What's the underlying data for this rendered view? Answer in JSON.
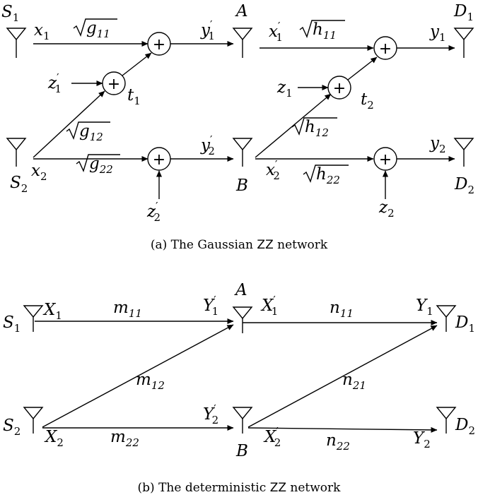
{
  "captions": {
    "a_prefix": "(a) The Gaussian",
    "a_zz": "ZZ",
    "a_suffix": "network",
    "b_prefix": "(b) The deterministic",
    "b_zz": "ZZ",
    "b_suffix": "network"
  },
  "plus_symbol": "+",
  "gaussian": {
    "nodes": {
      "S": "S",
      "A": "A",
      "B": "B",
      "D": "D",
      "one": "1",
      "two": "2"
    },
    "signals": {
      "x": "x",
      "y": "y",
      "z": "z",
      "t": "t",
      "one": "1",
      "two": "2",
      "prime": "′"
    },
    "gains": {
      "g": "g",
      "h": "h",
      "g11": "11",
      "g12": "12",
      "g22": "22",
      "h11": "11",
      "h12": "12",
      "h22": "22"
    }
  },
  "deterministic": {
    "nodes": {
      "S": "S",
      "A": "A",
      "B": "B",
      "D": "D",
      "one": "1",
      "two": "2"
    },
    "signals": {
      "X": "X",
      "Y": "Y",
      "one": "1",
      "two": "2",
      "prime": "′"
    },
    "links": {
      "m": "m",
      "n": "n",
      "m11": "11",
      "m12": "12",
      "m22": "22",
      "n11": "11",
      "n21": "21",
      "n22": "22"
    }
  }
}
